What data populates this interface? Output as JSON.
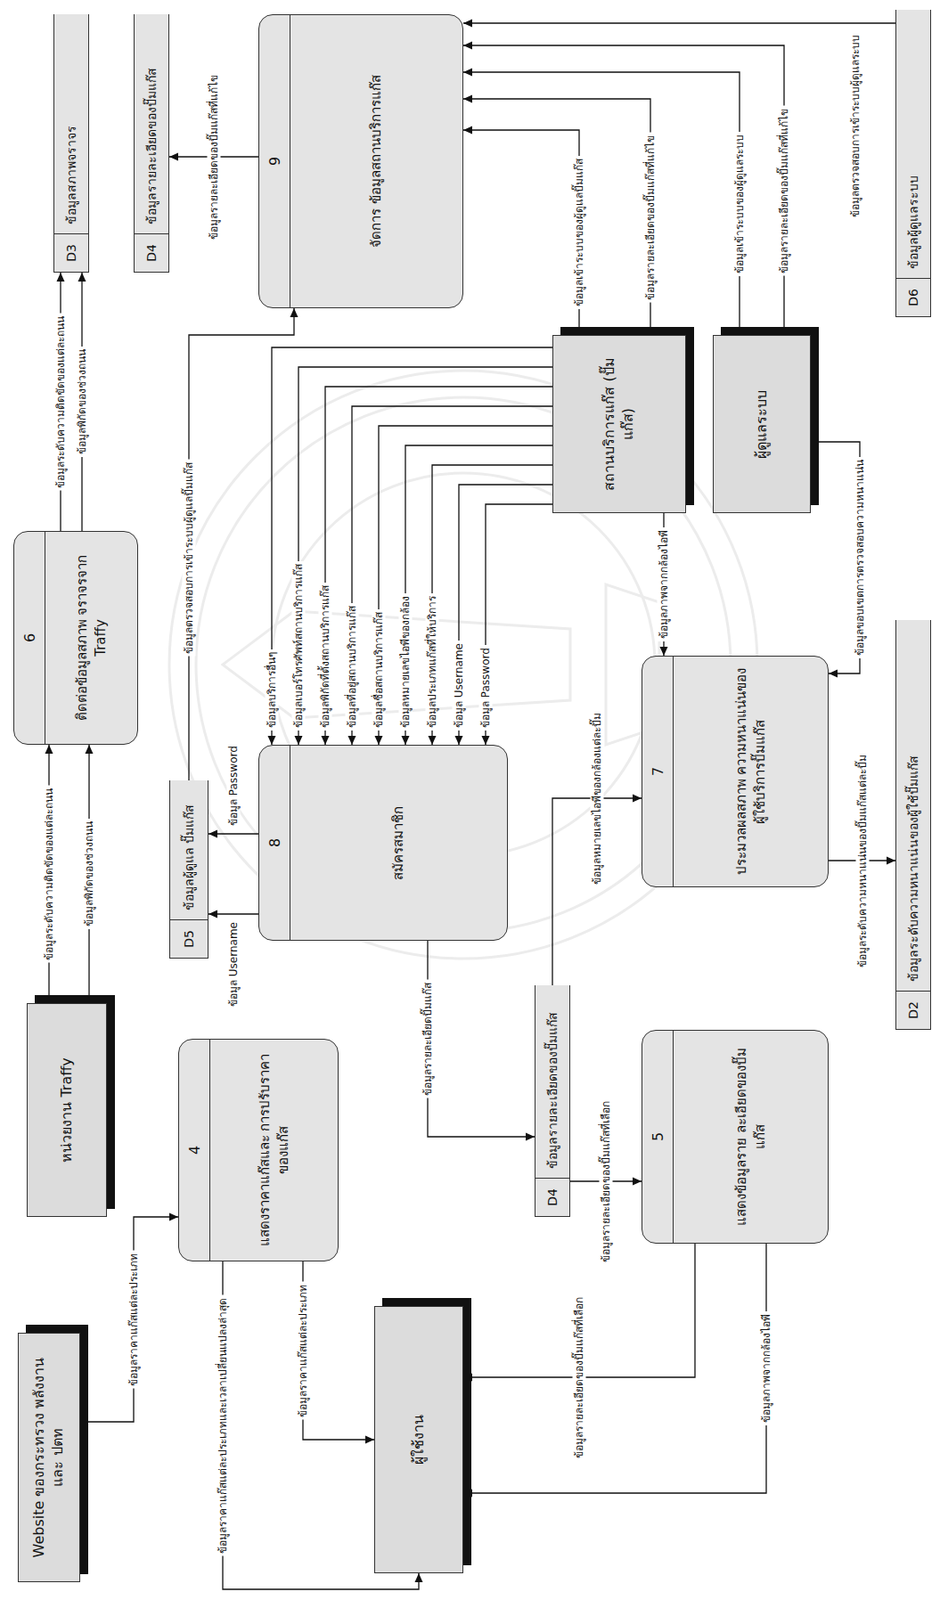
{
  "diagram": {
    "nodes": [
      {
        "text": [
          "Website ของกระทรวง พลังงาน และ ปตท"
        ]
      },
      {
        "text": [
          "หน่วยงาน Traffy"
        ]
      },
      {
        "text": [
          "4",
          "แสดงราคาแก๊สและ การปรับราคาของแก๊ส"
        ]
      },
      {
        "text": [
          "ผู้ใช้งาน"
        ]
      },
      {
        "text": [
          "6",
          "ติดต่อข้อมูลสภาพ จราจรจาก Traffy"
        ]
      },
      {
        "text": [
          "D5",
          "ข้อมูลผู้ดูแล ปั๊มแก๊ส"
        ]
      },
      {
        "text": [
          "D4",
          "ข้อมูลรายละเอียดของปั๊มแก๊ส"
        ]
      },
      {
        "text": [
          "8",
          "สมัครสมาชิก"
        ]
      },
      {
        "text": [
          "5",
          "แสดงข้อมูลราย ละเอียดของปั๊มแก๊ส"
        ]
      },
      {
        "text": [
          "7",
          "ประมวลผลสภาพ ความหนาแน่นของ ผู้ใช้บริการปั๊มแก๊ส"
        ]
      },
      {
        "text": [
          "สถานบริการแก๊ส (ปั๊มแก๊ส)"
        ]
      },
      {
        "text": [
          "ผู้ดูแลระบบ"
        ]
      },
      {
        "text": [
          "D2",
          "ข้อมูลระดับความหนาแน่นของผู้ใช้ปั๊มแก๊ส"
        ]
      },
      {
        "text": [
          "D3",
          "ข้อมูลสภาพจราจร"
        ]
      },
      {
        "text": [
          "D4",
          "ข้อมูลรายละเอียดของปั๊มแก๊ส"
        ]
      },
      {
        "text": [
          "9",
          "จัดการ ข้อมูลสถานบริการแก๊ส"
        ]
      },
      {
        "text": [
          "D6",
          "ข้อมูลผู้ดูแลระบบ"
        ]
      }
    ],
    "edges": [
      {
        "from": 0,
        "to": 2,
        "label": "ข้อมูลราคาแก๊สแต่ละประเภท",
        "arrow": "to"
      },
      {
        "from": 2,
        "to": 3,
        "label": "ข้อมูลราคาแก๊สแต่ละประเภทและเวลาเปลี่ยนแปลงล่าสุด",
        "arrow": "to"
      },
      {
        "from": 2,
        "to": 3,
        "label": "ข้อมูลราคาแก๊สแต่ละประเภท",
        "arrow": "to"
      },
      {
        "from": 1,
        "to": 4,
        "label": "ข้อมูลระดับความติดขัดของแต่ละถนน",
        "arrow": "to"
      },
      {
        "from": 1,
        "to": 4,
        "label": "ข้อมูลพิกัดของช่วงถนน",
        "arrow": "to"
      },
      {
        "from": 4,
        "to": 13,
        "label": "ข้อมูลระดับความติดขัดของแต่ละถนน",
        "arrow": "to"
      },
      {
        "from": 4,
        "to": 13,
        "label": "ข้อมูลพิกัดของช่วงถนน",
        "arrow": "to"
      },
      {
        "from": 15,
        "to": 14,
        "label": "ข้อมูลรายละเอียดของปั๊มแก๊สที่แก้ไข",
        "arrow": "to"
      },
      {
        "from": 10,
        "to": 7,
        "label": "ข้อมูลบริการอื่นๆ",
        "arrow": "to"
      },
      {
        "from": 10,
        "to": 7,
        "label": "ข้อมูลเบอร์โทรศัพท์สถานบริการแก๊ส",
        "arrow": "to"
      },
      {
        "from": 10,
        "to": 7,
        "label": "ข้อมูลพิกัดที่ตั้งสถานบริการแก๊ส",
        "arrow": "to"
      },
      {
        "from": 10,
        "to": 7,
        "label": "ข้อมูลที่อยู่สถานบริการแก๊ส",
        "arrow": "to"
      },
      {
        "from": 10,
        "to": 7,
        "label": "ข้อมูลชื่อสถานบริการแก๊ส",
        "arrow": "to"
      },
      {
        "from": 10,
        "to": 7,
        "label": "ข้อมูลหมายเลขไอพีของกล้อง",
        "arrow": "to"
      },
      {
        "from": 10,
        "to": 7,
        "label": "ข้อมูลประเภทแก๊สที่ให้บริการ",
        "arrow": "to"
      },
      {
        "from": 10,
        "to": 7,
        "label": "ข้อมูล Username",
        "arrow": "to"
      },
      {
        "from": 10,
        "to": 7,
        "label": "ข้อมูล Password",
        "arrow": "to"
      },
      {
        "from": 7,
        "to": 5,
        "label": "ข้อมูล Username",
        "arrow": "to"
      },
      {
        "from": 7,
        "to": 5,
        "label": "ข้อมูล Password",
        "arrow": "to"
      },
      {
        "from": 5,
        "to": 15,
        "label": "ข้อมูลตรวจสอบการเข้าระบบผู้ดูแลปั๊มแก๊ส",
        "arrow": "to"
      },
      {
        "from": 7,
        "to": 6,
        "label": "ข้อมูลรายละเอียดปั๊มแก๊ส",
        "arrow": "to"
      },
      {
        "from": 6,
        "to": 9,
        "label": "ข้อมูลหมายเลขไอพีของกล้องแต่ละปั๊ม",
        "arrow": "to"
      },
      {
        "from": 6,
        "to": 8,
        "label": "ข้อมูลรายละเอียดของปั๊มแก๊สที่เลือก",
        "arrow": "to"
      },
      {
        "from": 8,
        "to": 3,
        "label": "ข้อมูลรายละเอียดของปั๊มแก๊สที่เลือก",
        "arrow": "to"
      },
      {
        "from": 8,
        "to": 3,
        "label": "ข้อมูลภาพจากกล้องไอพี",
        "arrow": "to"
      },
      {
        "from": 10,
        "to": 9,
        "label": "ข้อมูลภาพจากกล้องไอพี",
        "arrow": "to"
      },
      {
        "from": 11,
        "to": 9,
        "label": "ข้อมูลขอบเขตการตรวจสอบความหนาแน่น",
        "arrow": "to"
      },
      {
        "from": 9,
        "to": 12,
        "label": "ข้อมูลระดับความหนาแน่นของปั๊มแก๊สแต่ละปั๊ม",
        "arrow": "to"
      },
      {
        "from": 10,
        "to": 15,
        "label": "ข้อมูลเข้าระบบของผู้ดูแลปั๊มแก๊ส",
        "arrow": "to"
      },
      {
        "from": 10,
        "to": 15,
        "label": "ข้อมูลรายละเอียดของปั๊มแก๊สที่แก้ไข",
        "arrow": "to"
      },
      {
        "from": 11,
        "to": 15,
        "label": "ข้อมูลเข้าระบบของผู้ดูแลระบบ",
        "arrow": "to"
      },
      {
        "from": 11,
        "to": 15,
        "label": "ข้อมูลรายละเอียดของปั๊มแก๊สที่แก้ไข",
        "arrow": "to"
      },
      {
        "from": 16,
        "to": 15,
        "label": "ข้อมูลตรวจสอบการเข้าระบบผู้ดูแลระบบ",
        "arrow": "to"
      }
    ]
  }
}
